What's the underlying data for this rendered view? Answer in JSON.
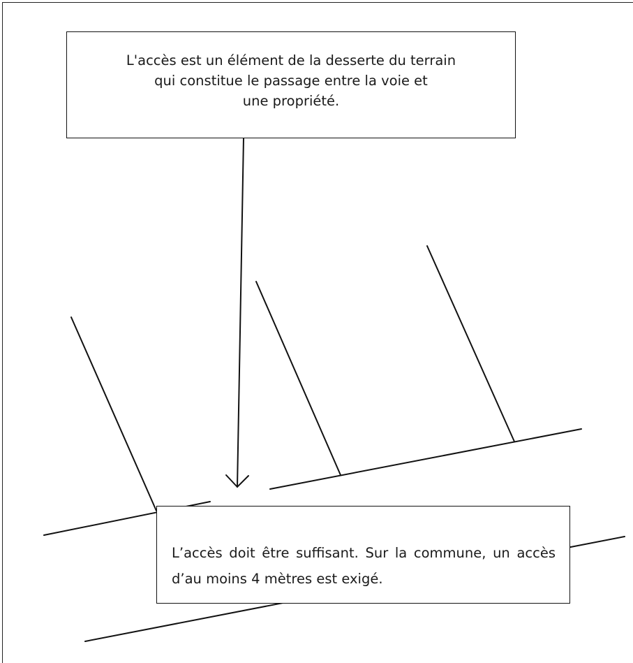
{
  "callout_top": {
    "lines": [
      "L'accès est un élément de la desserte du terrain",
      "qui constitue le passage entre la voie et",
      "une propriété."
    ]
  },
  "callout_bottom": {
    "text": "L’accès doit être suffisant. Sur la commune, un accès d’au moins 4 mètres est exigé."
  }
}
